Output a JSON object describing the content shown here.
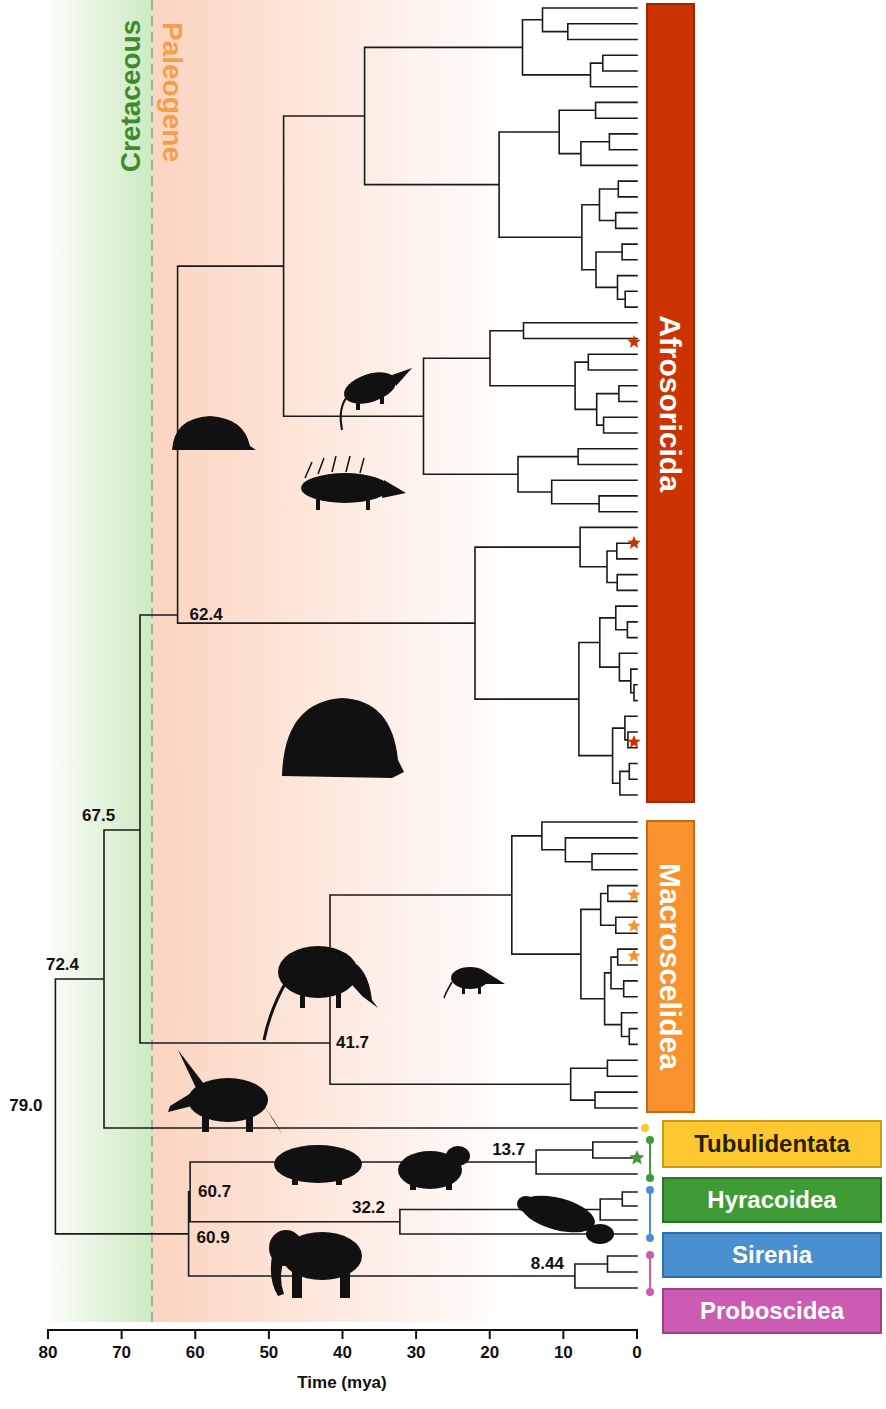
{
  "diagram": {
    "nodes": [
      {
        "text": [
          "Afrosoricida"
        ]
      },
      {
        "text": [
          "Macroscelidea"
        ]
      },
      {
        "text": [
          "Tubulidentata"
        ]
      },
      {
        "text": [
          "Hyracoidea"
        ]
      },
      {
        "text": [
          "Sirenia"
        ]
      },
      {
        "text": [
          "Proboscidea"
        ]
      }
    ],
    "labels": [
      "Cretaceous",
      "Paleogene",
      "79.0",
      "72.4",
      "67.5",
      "62.4",
      "41.7",
      "13.7",
      "60.7",
      "32.2",
      "60.9",
      "8.44",
      "80",
      "70",
      "60",
      "50",
      "40",
      "30",
      "20",
      "10",
      "0",
      "Time (mya)"
    ]
  }
}
